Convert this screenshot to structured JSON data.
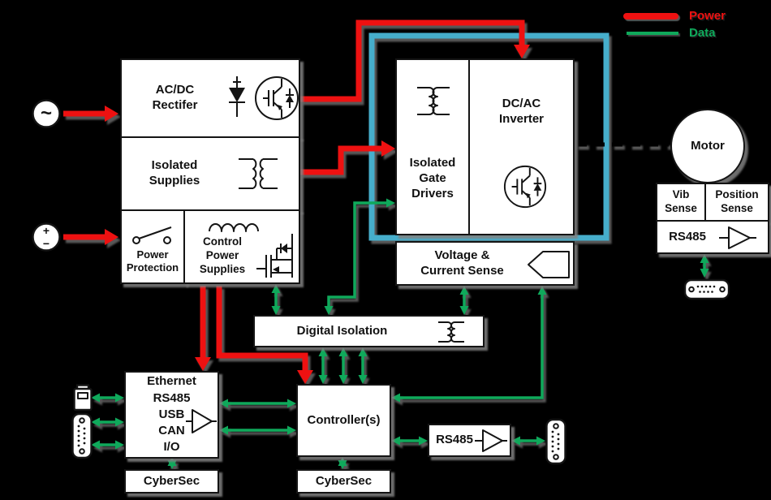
{
  "legend": {
    "power": "Power",
    "data": "Data"
  },
  "colors": {
    "power": "#ee1111",
    "data": "#0fa95b",
    "bus": "#46aecb"
  },
  "sources": {
    "ac": "~",
    "dc_plus": "+",
    "dc_minus": "−"
  },
  "blocks": {
    "rectifier": "AC/DC\nRectifer",
    "isolated_supplies": "Isolated\nSupplies",
    "power_protection": "Power\nProtection",
    "control_power_supplies": "Control\nPower\nSupplies",
    "gate_drivers": "Isolated\nGate\nDrivers",
    "inverter": "DC/AC\nInverter",
    "voltage_current_sense": "Voltage &\nCurrent Sense",
    "digital_isolation": "Digital Isolation",
    "comms": "Ethernet\nRS485\nUSB\nCAN\nI/O",
    "cybersec_comms": "CyberSec",
    "controller": "Controller(s)",
    "cybersec_controller": "CyberSec",
    "rs485_drive": "RS485",
    "motor": "Motor",
    "vib_sense": "Vib\nSense",
    "position_sense": "Position\nSense",
    "rs485_motor": "RS485"
  }
}
